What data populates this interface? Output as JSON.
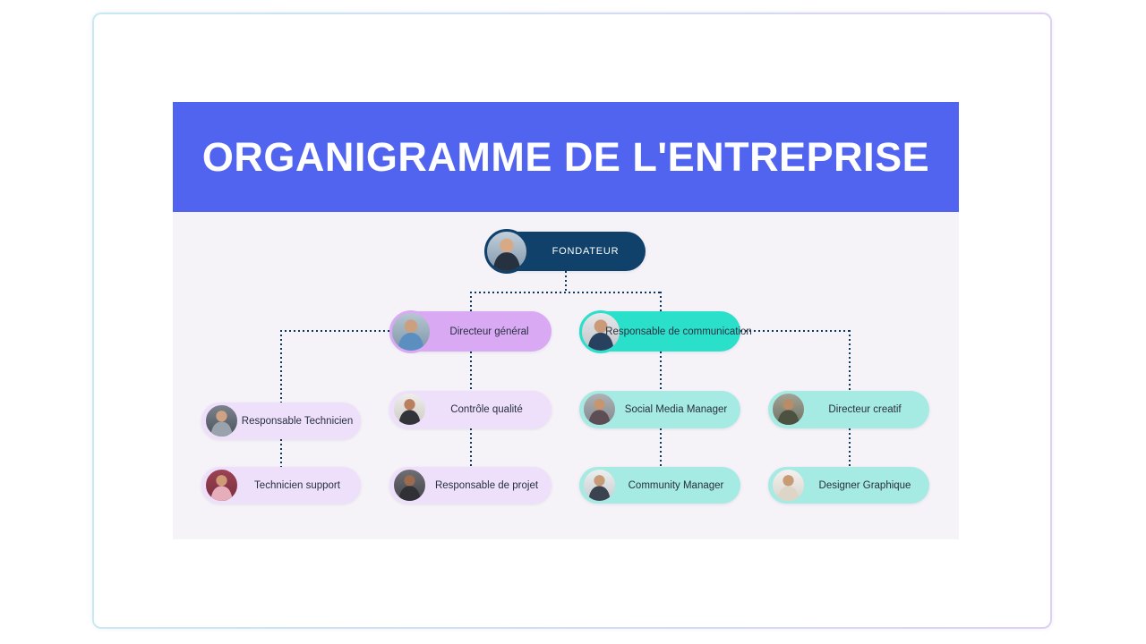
{
  "header": {
    "title": "ORGANIGRAMME DE L'ENTREPRISE"
  },
  "theme": {
    "header_bg": "#5164f0",
    "canvas_bg": "#f5f3f8",
    "connector_color": "#0d3a5c",
    "card_border_left": "#c7e9f2",
    "card_border_right": "#ddd1f3",
    "navy": "#10416b",
    "purple": "#d9a9f3",
    "light_purple": "#eedffa",
    "teal": "#2be0cb",
    "light_teal": "#a6eae4",
    "label_color": "#27303f"
  },
  "nodes": [
    {
      "label": "FONDATEUR",
      "parent": null,
      "avatar": {
        "desc": "man-in-dark-suit-office-photo",
        "bg1": "#c2cfdb",
        "bg2": "#8298ab",
        "fig": "#26323f",
        "skin": "#d8a985",
        "ring": "#10416b"
      }
    },
    {
      "label": "Directeur général",
      "parent": "FONDATEUR",
      "avatar": {
        "desc": "man-light-blue-shirt-office-photo",
        "bg1": "#b7c6d2",
        "bg2": "#7d96a8",
        "fig": "#5b8fc0",
        "skin": "#caa07e",
        "ring": "#d9a9f3"
      }
    },
    {
      "label": "Responsable de communication",
      "parent": "FONDATEUR",
      "avatar": {
        "desc": "man-navy-suit-red-tie-photo",
        "bg1": "#e8e8ea",
        "bg2": "#c0c3c8",
        "fig": "#27415f",
        "skin": "#c99b78",
        "ring": "#2be0cb"
      }
    },
    {
      "label": "Responsable Technicien",
      "parent": "Directeur général",
      "avatar": {
        "desc": "woman-gray-suit-desk-photo",
        "bg1": "#7c838d",
        "bg2": "#4a525c",
        "fig": "#9aa2ab",
        "skin": "#cfa284",
        "ring": "#eedffa"
      }
    },
    {
      "label": "Contrôle qualité",
      "parent": "Directeur général",
      "avatar": {
        "desc": "woman-black-top-laptop-photo",
        "bg1": "#efedea",
        "bg2": "#cfccc7",
        "fig": "#33343a",
        "skin": "#b97f5e",
        "ring": "#eedffa"
      }
    },
    {
      "label": "Social Media Manager",
      "parent": "Responsable de communication",
      "avatar": {
        "desc": "woman-plaid-shirt-phone-photo",
        "bg1": "#aeb2b6",
        "bg2": "#83888d",
        "fig": "#5d4e55",
        "skin": "#c69670",
        "ring": "#a6eae4"
      }
    },
    {
      "label": "Directeur creatif",
      "parent": "Responsable de communication",
      "avatar": {
        "desc": "man-olive-shirt-photo",
        "bg1": "#a3a395",
        "bg2": "#6f7263",
        "fig": "#4c5140",
        "skin": "#b98c68",
        "ring": "#a6eae4"
      }
    },
    {
      "label": "Technicien support",
      "parent": "Responsable Technicien",
      "avatar": {
        "desc": "woman-pink-jacket-red-background-photo",
        "bg1": "#9c4254",
        "bg2": "#7a2f3f",
        "fig": "#e6aeba",
        "skin": "#cf9a76",
        "ring": "#eedffa"
      }
    },
    {
      "label": "Responsable de projet",
      "parent": "Contrôle qualité",
      "avatar": {
        "desc": "woman-curly-hair-laptop-photo",
        "bg1": "#6e6f74",
        "bg2": "#44464c",
        "fig": "#2f3137",
        "skin": "#9c6b4e",
        "ring": "#eedffa"
      }
    },
    {
      "label": "Community Manager",
      "parent": "Social Media Manager",
      "avatar": {
        "desc": "woman-dark-top-laptop-photo",
        "bg1": "#eceeee",
        "bg2": "#c8cdd0",
        "fig": "#3c4350",
        "skin": "#c79b77",
        "ring": "#a6eae4"
      }
    },
    {
      "label": "Designer Graphique",
      "parent": "Directeur creatif",
      "avatar": {
        "desc": "woman-white-outfit-photo",
        "bg1": "#f3f1ee",
        "bg2": "#d9d4cd",
        "fig": "#ded5c9",
        "skin": "#c89a75",
        "ring": "#a6eae4"
      }
    }
  ]
}
